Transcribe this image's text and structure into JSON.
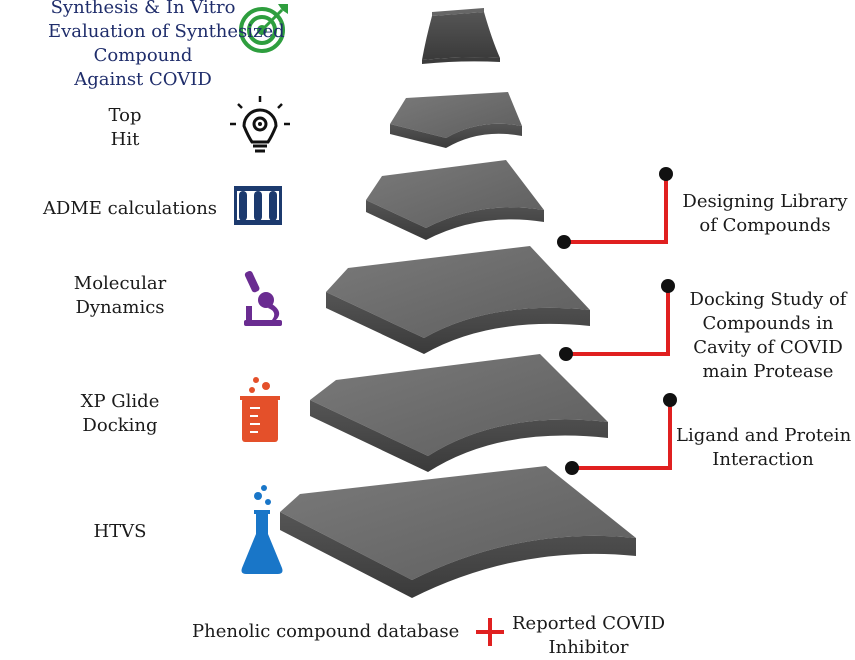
{
  "stages": [
    {
      "lines": [
        "Synthesis & In Vitro",
        "Evaluation of Synthesized",
        "Compound",
        "Against COVID"
      ],
      "icon": "target-icon"
    },
    {
      "lines": [
        "Top",
        "Hit"
      ],
      "icon": "lightbulb-gear-icon"
    },
    {
      "lines": [
        "ADME calculations"
      ],
      "icon": "test-tubes-icon"
    },
    {
      "lines": [
        "Molecular",
        "Dynamics"
      ],
      "icon": "microscope-icon"
    },
    {
      "lines": [
        "XP Glide",
        "Docking"
      ],
      "icon": "beaker-icon"
    },
    {
      "lines": [
        "HTVS"
      ],
      "icon": "flask-icon"
    }
  ],
  "annotations": [
    {
      "lines": [
        "Designing Library",
        "of Compounds"
      ]
    },
    {
      "lines": [
        "Docking Study of",
        "Compounds in",
        "Cavity of COVID",
        "main Protease"
      ]
    },
    {
      "lines": [
        "Ligand and Protein",
        "Interaction"
      ]
    }
  ],
  "footer": {
    "left": "Phenolic compound database",
    "operator": "plus-icon",
    "right_lines": [
      "Reported COVID",
      "Inhibitor"
    ]
  },
  "colors": {
    "slab_top": "#6b6b6b",
    "slab_side": "#4a4a4a",
    "connector": "#e02020",
    "title_text": "#1f2d6b",
    "target_icon": "#2e9e3e",
    "bulb_icon": "#111111",
    "tubes_icon": "#1c3a6e",
    "microscope_icon": "#6a2c91",
    "beaker_icon": "#e4502a",
    "flask_icon": "#1976c8"
  }
}
